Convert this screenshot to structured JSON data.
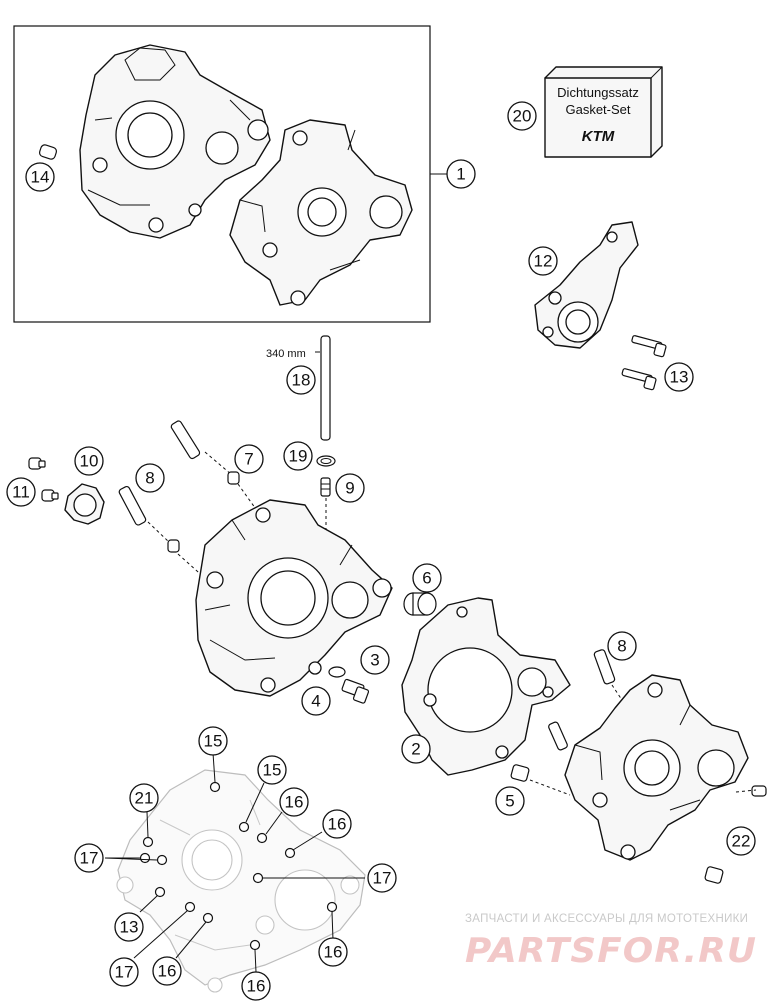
{
  "callouts": [
    {
      "id": "c1",
      "label": "1"
    },
    {
      "id": "c2",
      "label": "2"
    },
    {
      "id": "c3",
      "label": "3"
    },
    {
      "id": "c4",
      "label": "4"
    },
    {
      "id": "c5",
      "label": "5"
    },
    {
      "id": "c6",
      "label": "6"
    },
    {
      "id": "c7",
      "label": "7"
    },
    {
      "id": "c8a",
      "label": "8"
    },
    {
      "id": "c8b",
      "label": "8"
    },
    {
      "id": "c9",
      "label": "9"
    },
    {
      "id": "c10",
      "label": "10"
    },
    {
      "id": "c11",
      "label": "11"
    },
    {
      "id": "c12",
      "label": "12"
    },
    {
      "id": "c13a",
      "label": "13"
    },
    {
      "id": "c13b",
      "label": "13"
    },
    {
      "id": "c14",
      "label": "14"
    },
    {
      "id": "c15a",
      "label": "15"
    },
    {
      "id": "c15b",
      "label": "15"
    },
    {
      "id": "c16a",
      "label": "16"
    },
    {
      "id": "c16b",
      "label": "16"
    },
    {
      "id": "c16c",
      "label": "16"
    },
    {
      "id": "c16d",
      "label": "16"
    },
    {
      "id": "c16e",
      "label": "16"
    },
    {
      "id": "c17a",
      "label": "17"
    },
    {
      "id": "c17b",
      "label": "17"
    },
    {
      "id": "c17c",
      "label": "17"
    },
    {
      "id": "c18",
      "label": "18"
    },
    {
      "id": "c19",
      "label": "19"
    },
    {
      "id": "c20",
      "label": "20"
    },
    {
      "id": "c21",
      "label": "21"
    },
    {
      "id": "c22",
      "label": "22"
    }
  ],
  "labels": {
    "length": "340 mm",
    "gasket_box_line1": "Dichtungssatz",
    "gasket_box_line2": "Gasket-Set",
    "gasket_box_logo": "KTM"
  },
  "watermark": {
    "tagline": "ЗАПЧАСТИ И АКСЕССУАРЫ ДЛЯ МОТОТЕХНИКИ",
    "brand": "PARTSFOR.RU"
  },
  "colors": {
    "line": "#111111",
    "watermark_red": "#f2c8c8",
    "watermark_grey": "#c9c9c9"
  }
}
